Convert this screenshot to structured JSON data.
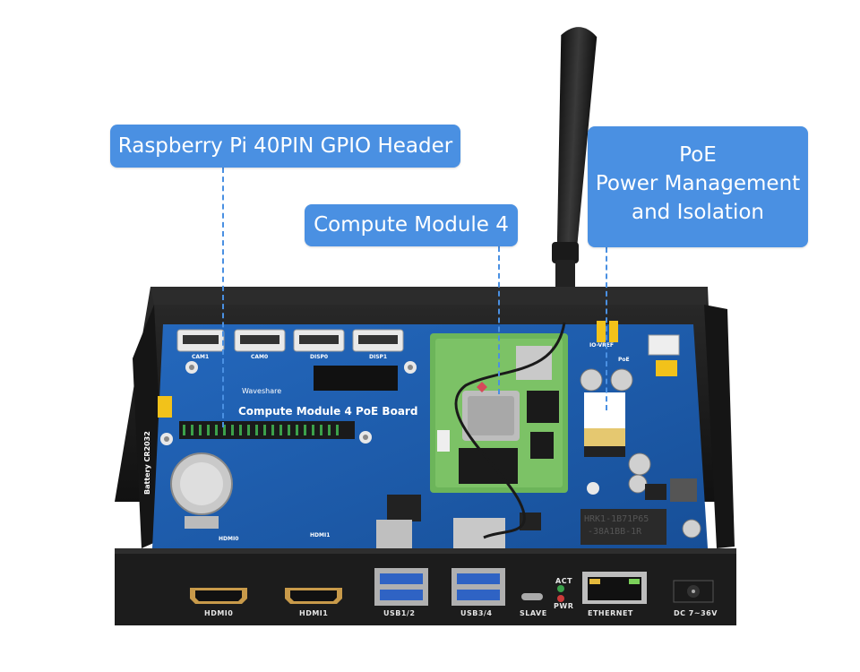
{
  "callouts": {
    "gpio": "Raspberry Pi 40PIN GPIO Header",
    "cm4": "Compute Module 4",
    "poe_line1": "PoE",
    "poe_line2": "Power Management",
    "poe_line3": "and Isolation"
  },
  "board": {
    "title": "Compute Module 4 PoE Board",
    "brand": "Waveshare",
    "battery_label": "Battery CR2032",
    "connector_labels": [
      "CAM1",
      "CAM0",
      "DISP0",
      "DISP1",
      "IO-VREF",
      "PoE",
      "HDMI0",
      "HDMI1"
    ]
  },
  "chip_text": [
    "HRK1-1B71P65",
    "-38A1BB-1R"
  ],
  "front_panel": {
    "ports": [
      "HDMI0",
      "HDMI1",
      "USB1/2",
      "USB3/4",
      "SLAVE",
      "PWR",
      "ACT",
      "ETHERNET",
      "DC 7~36V"
    ]
  },
  "colors": {
    "callout_bg": "#4a90e2",
    "pcb_blue": "#1f5fb0",
    "cm4_green": "#6cb55a",
    "case_black": "#1b1b1b"
  }
}
